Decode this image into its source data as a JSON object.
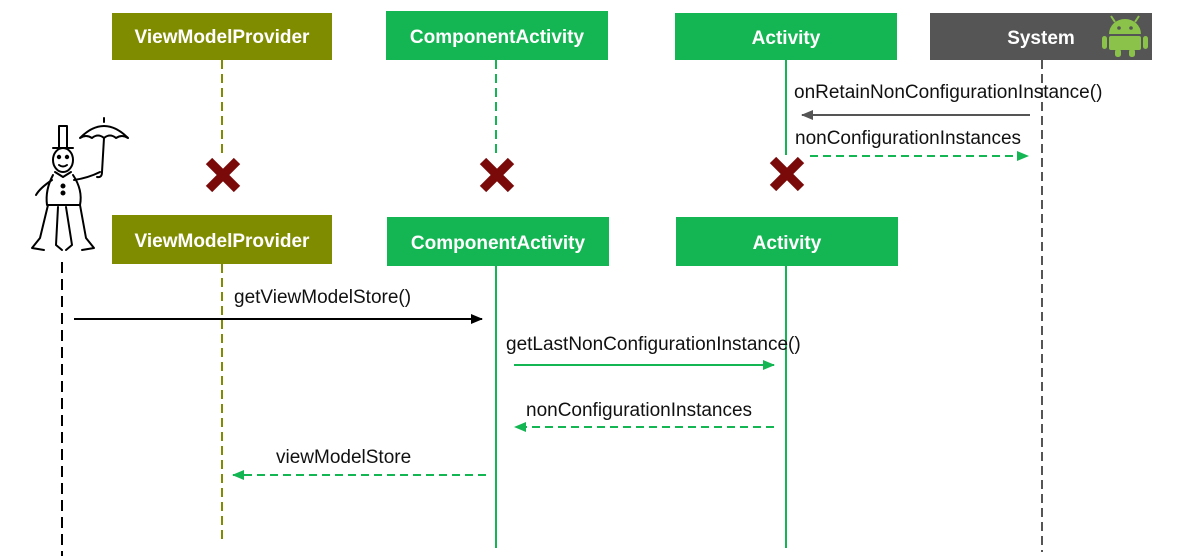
{
  "participants": {
    "top": [
      {
        "label": "ViewModelProvider",
        "color": "#808c00"
      },
      {
        "label": "ComponentActivity",
        "color": "#14b553"
      },
      {
        "label": "Activity",
        "color": "#14b553"
      },
      {
        "label": "System",
        "color": "#555555",
        "icon": "android-robot-icon"
      }
    ],
    "bottom": [
      {
        "label": "ViewModelProvider",
        "color": "#808c00"
      },
      {
        "label": "ComponentActivity",
        "color": "#14b553"
      },
      {
        "label": "Activity",
        "color": "#14b553"
      }
    ]
  },
  "messages": [
    {
      "label": "onRetainNonConfigurationInstance()",
      "style": "solid",
      "color": "#555555"
    },
    {
      "label": "nonConfigurationInstances",
      "style": "dashed",
      "color": "#14b553"
    },
    {
      "label": "getViewModelStore()",
      "style": "solid",
      "color": "#000000"
    },
    {
      "label": "getLastNonConfigurationInstance()",
      "style": "solid",
      "color": "#14b553"
    },
    {
      "label": "nonConfigurationInstances",
      "style": "dashed",
      "color": "#14b553"
    },
    {
      "label": "viewModelStore",
      "style": "dashed",
      "color": "#14b553"
    }
  ],
  "destroy_marker_color": "#7a0a0a",
  "actor_icon": "man-with-umbrella-icon",
  "android_icon_color": "#8bc34a"
}
